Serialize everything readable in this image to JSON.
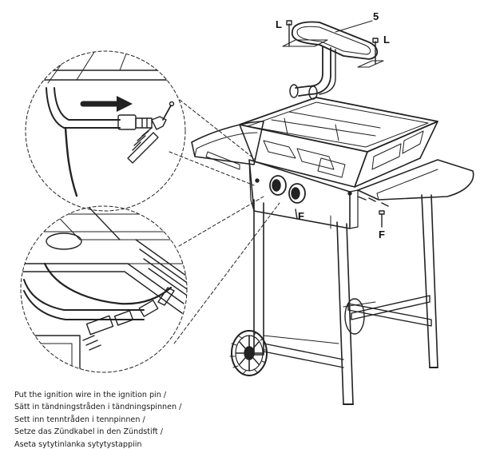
{
  "callouts": {
    "screw_left": "L",
    "screw_right": "L",
    "burner_part": "5",
    "bolt_front": "F",
    "bolt_side": "F"
  },
  "caption": {
    "line1": "Put the ignition wire in the ignition pin /",
    "line2": "Sätt in tändningstråden i tändningspinnen /",
    "line3": "Sett inn tenntråden i tennpinnen /",
    "line4": "Setze das Zündkabel in den Zündstift /",
    "line5": "Aseta sytytinlanka sytytystappiin"
  }
}
